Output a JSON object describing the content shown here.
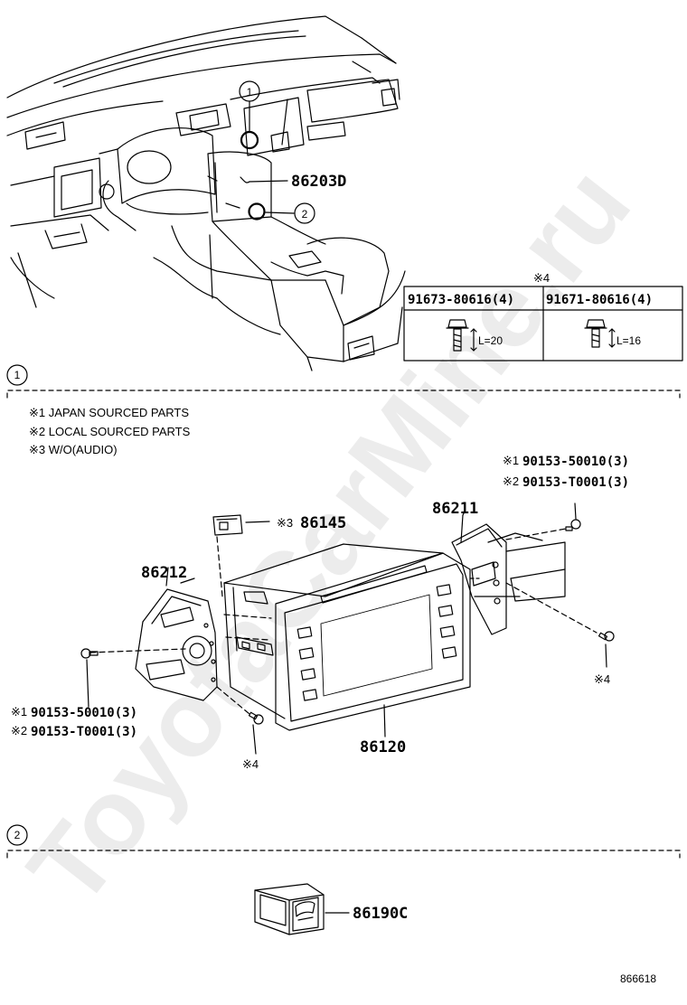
{
  "watermark": "ToyotaCarMine.ru",
  "callouts": {
    "c1": "1",
    "c2": "2"
  },
  "parts": {
    "p86203D": "86203D",
    "p86145": "86145",
    "p86211": "86211",
    "p86212": "86212",
    "p86120": "86120",
    "p86190C": "86190C"
  },
  "bolt_table": {
    "mark": "※4",
    "col1_part": "91673-80616(4)",
    "col1_len": "L=20",
    "col2_part": "91671-80616(4)",
    "col2_len": "L=16"
  },
  "legend": {
    "l1": "※1 JAPAN SOURCED PARTS",
    "l2": "※2 LOCAL SOURCED PARTS",
    "l3": "※3 W/O(AUDIO)"
  },
  "screws": {
    "right_mark1": "※1",
    "right_p1": "90153-50010(3)",
    "right_mark2": "※2",
    "right_p2": "90153-T0001(3)",
    "left_mark1": "※1",
    "left_p1": "90153-50010(3)",
    "left_mark2": "※2",
    "left_p2": "90153-T0001(3)",
    "mark3": "※3",
    "mark4_right": "※4",
    "mark4_bottom": "※4"
  },
  "section_labels": {
    "s1": "1",
    "s2": "2"
  },
  "diagram_id": "866618"
}
